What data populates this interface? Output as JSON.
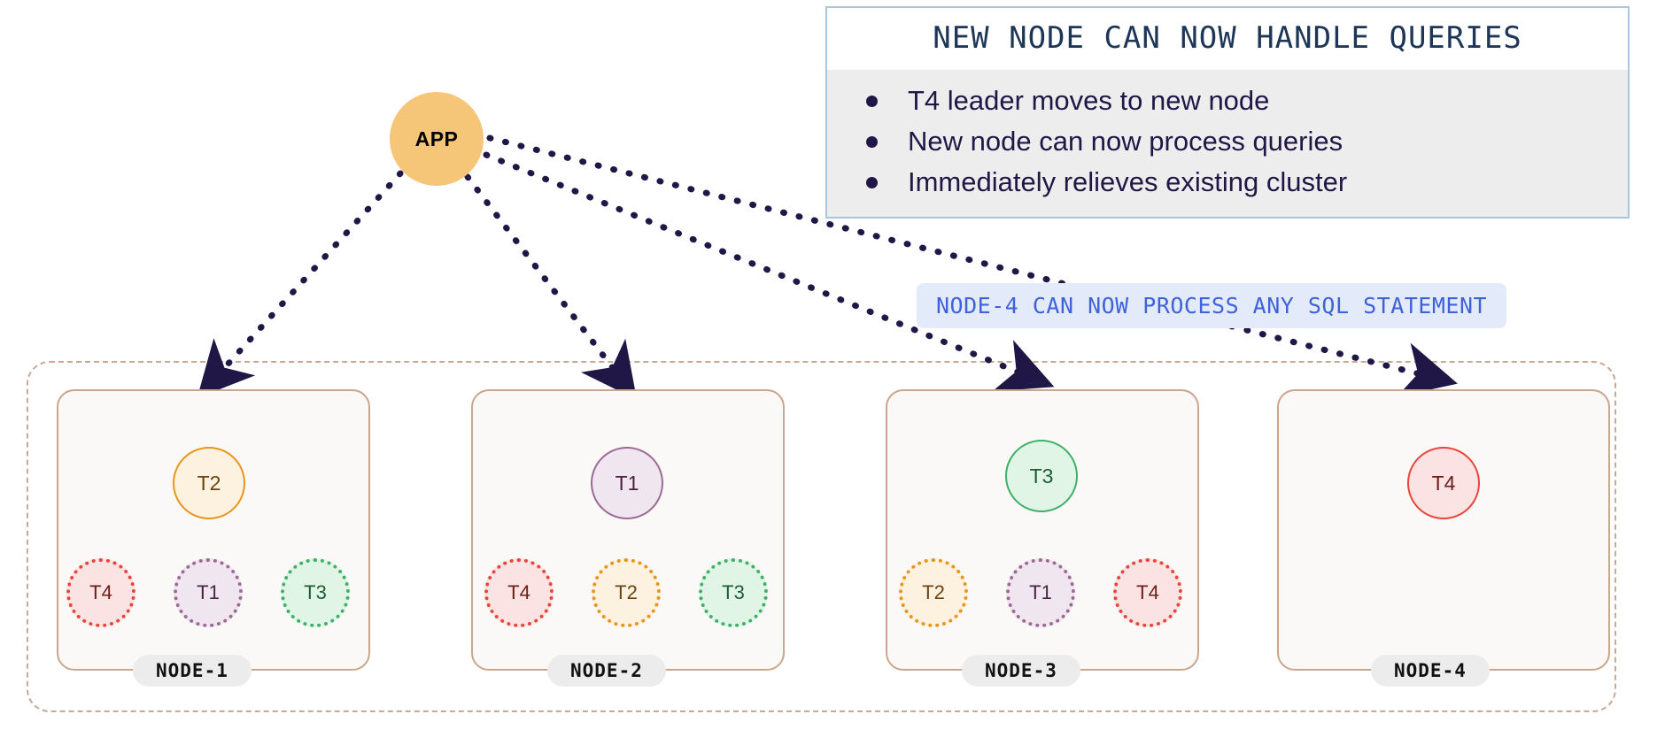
{
  "app": {
    "label": "APP"
  },
  "callout": {
    "title": "NEW NODE CAN NOW HANDLE QUERIES",
    "bullets": [
      "T4 leader moves to new node",
      "New node can now process queries",
      "Immediately relieves existing cluster"
    ],
    "border_color": "#aac4e3",
    "body_bg": "#ededed",
    "title_color": "#1d3557"
  },
  "sql_badge": {
    "text": "NODE-4 CAN NOW PROCESS ANY SQL STATEMENT",
    "text_color": "#3f62d9",
    "bg_color": "#e3ebfa"
  },
  "cluster": {
    "boundary_color": "#c9a994",
    "nodes": [
      {
        "label": "NODE-1",
        "leader": {
          "name": "T2",
          "color": "orange"
        },
        "replicas": [
          {
            "name": "T4",
            "color": "red"
          },
          {
            "name": "T1",
            "color": "purple"
          },
          {
            "name": "T3",
            "color": "green"
          }
        ]
      },
      {
        "label": "NODE-2",
        "leader": {
          "name": "T1",
          "color": "purple"
        },
        "replicas": [
          {
            "name": "T4",
            "color": "red"
          },
          {
            "name": "T2",
            "color": "orange"
          },
          {
            "name": "T3",
            "color": "green"
          }
        ]
      },
      {
        "label": "NODE-3",
        "leader": {
          "name": "T3",
          "color": "green"
        },
        "replicas": [
          {
            "name": "T2",
            "color": "orange"
          },
          {
            "name": "T1",
            "color": "purple"
          },
          {
            "name": "T4",
            "color": "red"
          }
        ]
      },
      {
        "label": "NODE-4",
        "leader": {
          "name": "T4",
          "color": "red"
        },
        "replicas": []
      }
    ]
  },
  "colors": {
    "app_fill": "#f5c578",
    "arrow": "#211747",
    "node_border": "#c9a68c",
    "node_fill": "#fbf9f7",
    "label_pill": "#ececec"
  }
}
